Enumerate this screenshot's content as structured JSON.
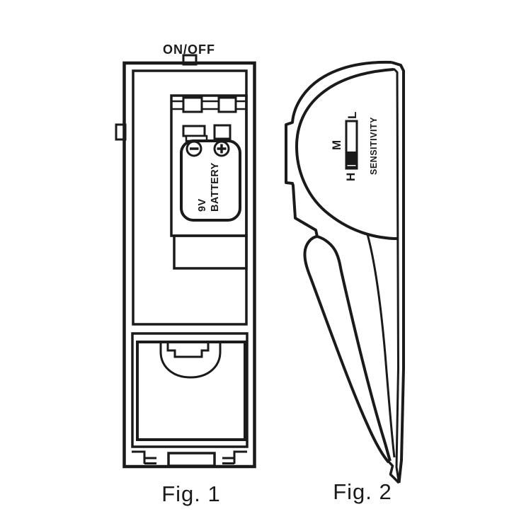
{
  "colors": {
    "ink": "#1a1a1a",
    "paper": "#ffffff"
  },
  "figure1": {
    "caption": "Fig. 1",
    "power_switch_label": "ON/OFF",
    "battery": {
      "label_line1": "9V",
      "label_line2": "BATTERY",
      "negative_symbol": "minus-circle-icon",
      "positive_symbol": "plus-circle-icon"
    }
  },
  "figure2": {
    "caption": "Fig. 2",
    "sensitivity": {
      "label": "SENSITIVITY",
      "low": "L",
      "medium": "M",
      "high": "H",
      "current_setting": "H"
    }
  }
}
